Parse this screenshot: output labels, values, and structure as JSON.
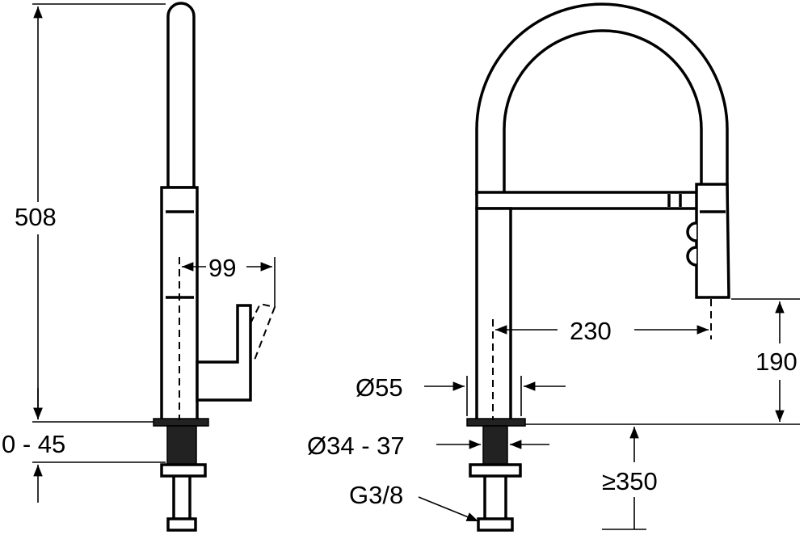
{
  "dimensions": {
    "height_total": "508",
    "deck_thickness": "0 - 45",
    "lever_reach": "99",
    "spout_reach": "230",
    "spout_clearance": "190",
    "body_diameter": "Ø55",
    "hole_diameter": "Ø34 - 37",
    "under_deck": "≥350",
    "connection": "G3/8"
  }
}
